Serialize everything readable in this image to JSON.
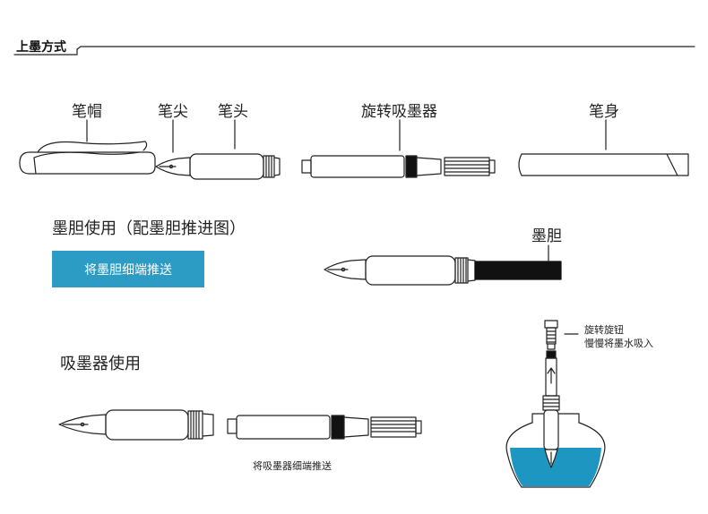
{
  "section_title": "上墨方式",
  "parts": {
    "cap": "笔帽",
    "nib": "笔尖",
    "head": "笔头",
    "converter": "旋转吸墨器",
    "barrel": "笔身"
  },
  "cartridge_section": {
    "heading": "墨胆使用（配墨胆推进图）",
    "button_label": "将墨胆细端推送",
    "cartridge_label": "墨胆"
  },
  "converter_section": {
    "heading": "吸墨器使用",
    "instruction": "将吸墨器细端推送",
    "step_line1": "旋转旋钮",
    "step_line2": "慢慢将墨水吸入"
  },
  "colors": {
    "accent": "#2c9cc4",
    "ink": "#1e96c2",
    "line": "#222222"
  }
}
